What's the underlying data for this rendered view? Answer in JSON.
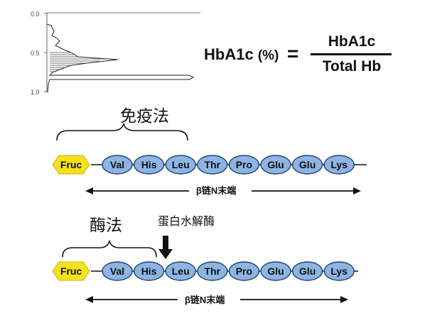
{
  "histogram": {
    "tick_labels": [
      "0.0",
      "0.5",
      "1.0"
    ]
  },
  "formula": {
    "lhs": "HbA1c",
    "lhs_unit": "(%)",
    "equals": "=",
    "numerator": "HbA1c",
    "denominator": "Total Hb"
  },
  "immunoassay": {
    "title": "免疫法",
    "chain": [
      "Fruc",
      "Val",
      "His",
      "Leu",
      "Thr",
      "Pro",
      "Glu",
      "Glu",
      "Lys"
    ],
    "arrow_label": "β链N末端"
  },
  "enzymatic": {
    "title": "酶法",
    "protease_label": "蛋白水解酶",
    "chain": [
      "Fruc",
      "Val",
      "His",
      "Leu",
      "Thr",
      "Pro",
      "Glu",
      "Glu",
      "Lys"
    ],
    "arrow_label": "β链N末端"
  },
  "colors": {
    "fruc_fill": "#f6e21c",
    "residue_fill": "#8db4e3",
    "residue_stroke": "#1f3f6e",
    "text": "#111111"
  }
}
